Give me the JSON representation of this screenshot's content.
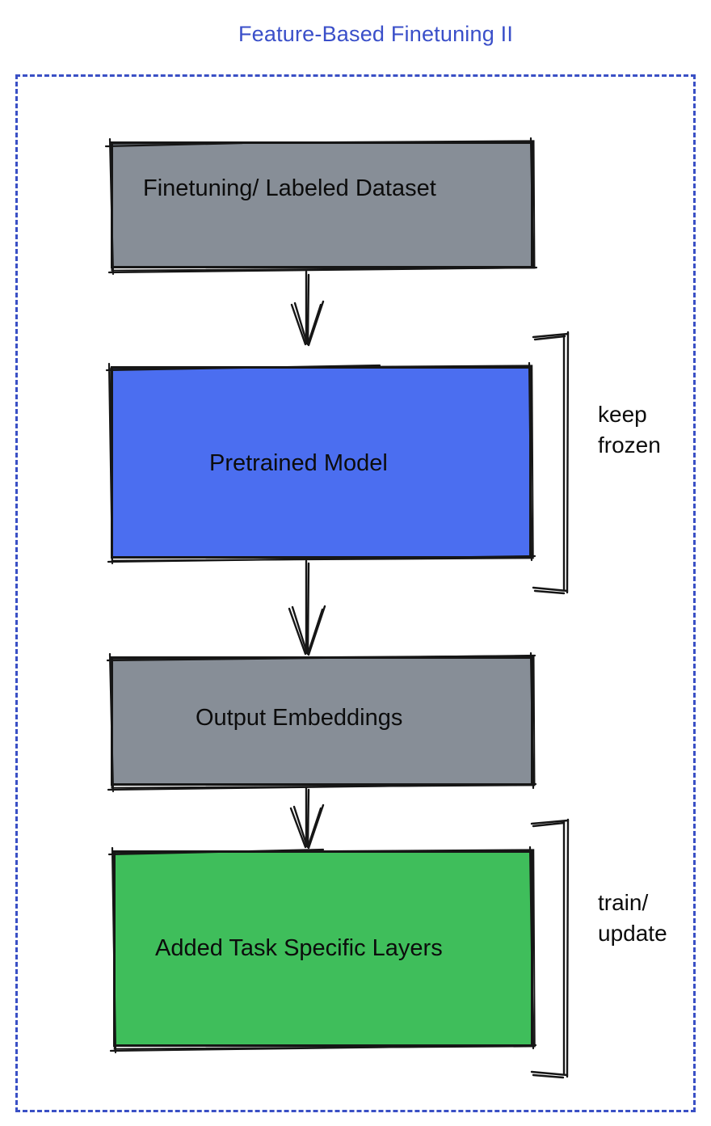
{
  "title": "Feature-Based Finetuning II",
  "boxes": {
    "dataset": {
      "label": "Finetuning/ Labeled Dataset"
    },
    "model": {
      "label": "Pretrained Model"
    },
    "embeddings": {
      "label": "Output Embeddings"
    },
    "layers": {
      "label": "Added Task Specific Layers"
    }
  },
  "annotations": {
    "keep_frozen": {
      "lines": [
        "keep",
        "frozen"
      ]
    },
    "train_update": {
      "lines": [
        "train/",
        "update"
      ]
    }
  },
  "colors": {
    "title_blue": "#3a4fc9",
    "frame_blue": "#3a50c5",
    "box_gray": "#878e97",
    "box_blue": "#4b6ef0",
    "box_green": "#3fbe5b",
    "ink": "#161616"
  }
}
